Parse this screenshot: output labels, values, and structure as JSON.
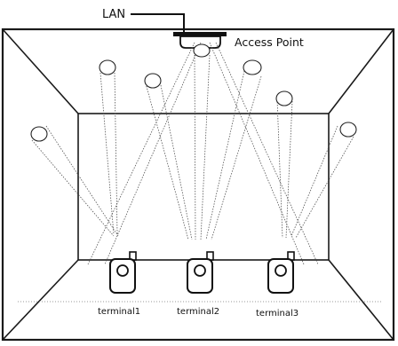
{
  "diagram": {
    "lan_label": "LAN",
    "access_point_label": "Access Point",
    "terminals": [
      {
        "label": "terminal1"
      },
      {
        "label": "terminal2"
      },
      {
        "label": "terminal3"
      }
    ]
  }
}
